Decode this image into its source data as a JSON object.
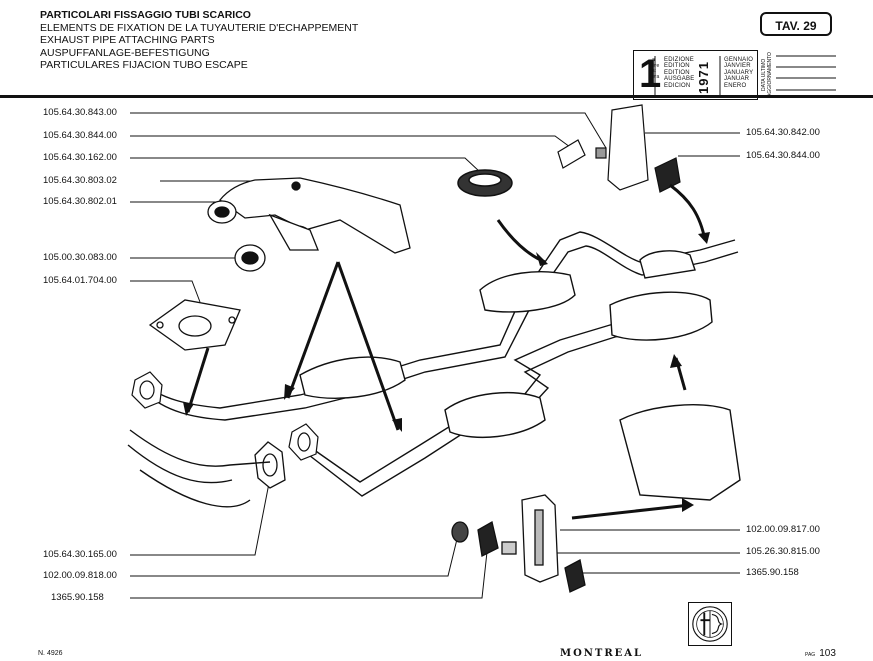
{
  "header": {
    "titles": [
      "PARTICOLARI FISSAGGIO TUBI SCARICO",
      "ELEMENTS DE FIXATION DE LA TUYAUTERIE D'ECHAPPEMENT",
      "EXHAUST PIPE ATTACHING PARTS",
      "AUSPUFFANLAGE-BEFESTIGUNG",
      "PARTICULARES FIJACION TUBO ESCAPE"
    ],
    "tav": "TAV. 29"
  },
  "edition": {
    "number": "1",
    "number_suffixes": [
      "a",
      "ère",
      "st",
      "",
      "era"
    ],
    "edition_words": [
      "EDIZIONE",
      "EDITION",
      "EDITION",
      "AUSGABE",
      "EDICION"
    ],
    "year": "1971",
    "months": [
      "GENNAIO",
      "JANVIER",
      "JANUARY",
      "JANUAR",
      "ENERO"
    ],
    "last_update_label": "DATA ULTIMO AGGIORNAMENTO"
  },
  "part_numbers_left": [
    "105.64.30.843.00",
    "105.64.30.844.00",
    "105.64.30.162.00",
    "105.64.30.803.02",
    "105.64.30.802.01",
    "105.00.30.083.00",
    "105.64.01.704.00",
    "105.64.30.165.00",
    "102.00.09.818.00",
    "1365.90.158"
  ],
  "part_numbers_right": [
    "105.64.30.842.00",
    "105.64.30.844.00",
    "102.00.09.817.00",
    "105.26.30.815.00",
    "1365.90.158"
  ],
  "footer": {
    "ref": "N. 4926",
    "brand": "MONTREAL",
    "page_label": "PAG",
    "page_number": "103"
  }
}
